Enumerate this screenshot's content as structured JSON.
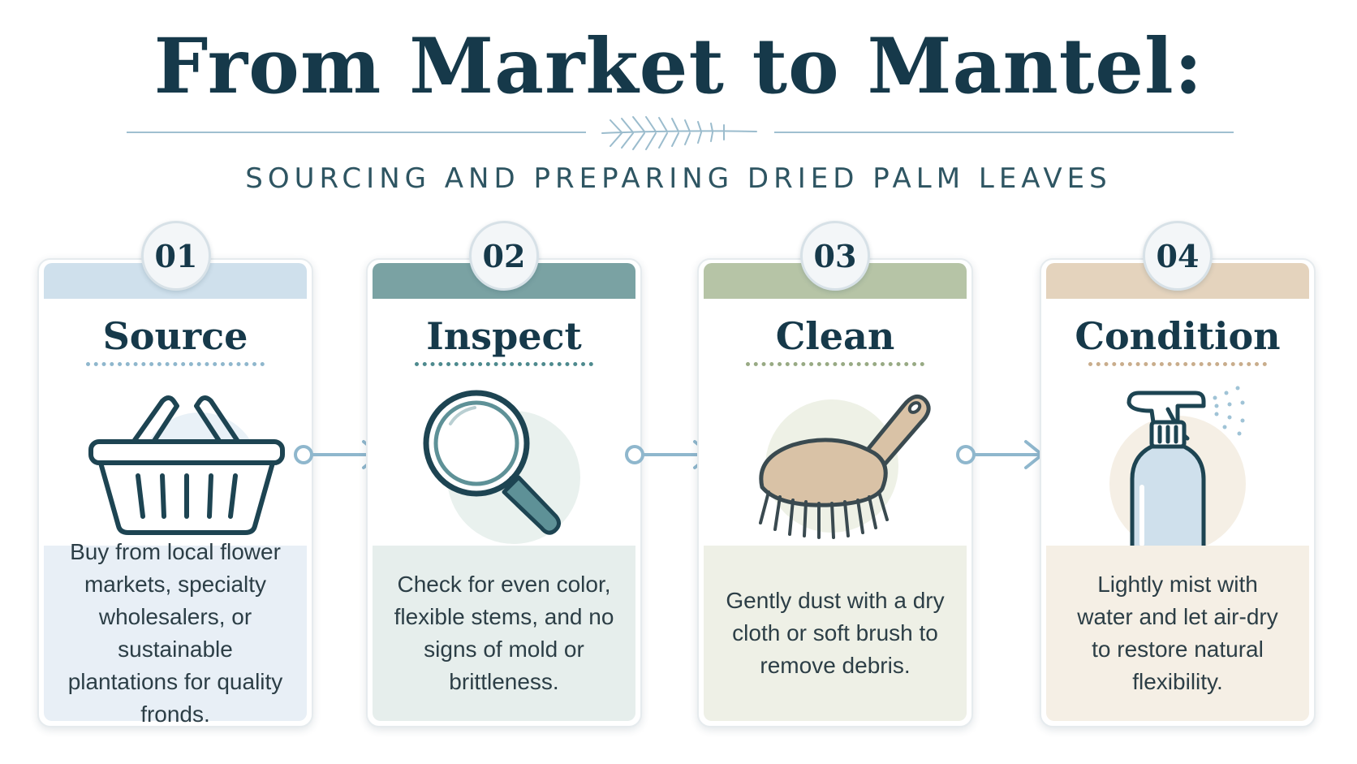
{
  "header": {
    "title": "From Market to Mantel:",
    "subtitle": "SOURCING AND PREPARING DRIED PALM LEAVES"
  },
  "steps": [
    {
      "number": "01",
      "title": "Source",
      "icon": "basket-icon",
      "band_color": "#cfe0ec",
      "desc_color": "#e8eff6",
      "dots_color": "#8fb7cd",
      "description": "Buy from local flower markets, specialty wholesalers, or sustainable plantations for quality fronds."
    },
    {
      "number": "02",
      "title": "Inspect",
      "icon": "magnifying-glass-icon",
      "band_color": "#7aa2a3",
      "desc_color": "#e6eeec",
      "dots_color": "#4e8a8e",
      "description": "Check for even color, flexible stems, and no signs of mold or brittleness."
    },
    {
      "number": "03",
      "title": "Clean",
      "icon": "brush-icon",
      "band_color": "#b6c4a6",
      "desc_color": "#eef0e6",
      "dots_color": "#98aa84",
      "description": "Gently dust with a dry cloth or soft brush to remove debris."
    },
    {
      "number": "04",
      "title": "Condition",
      "icon": "spray-bottle-icon",
      "band_color": "#e4d3bd",
      "desc_color": "#f5efe5",
      "dots_color": "#c9ad8c",
      "description": "Lightly mist with water and let air-dry to restore natural flexibility."
    }
  ],
  "colors": {
    "title": "#16394a",
    "accent": "#9fbfd0",
    "icon_stroke": "#1d4452"
  }
}
